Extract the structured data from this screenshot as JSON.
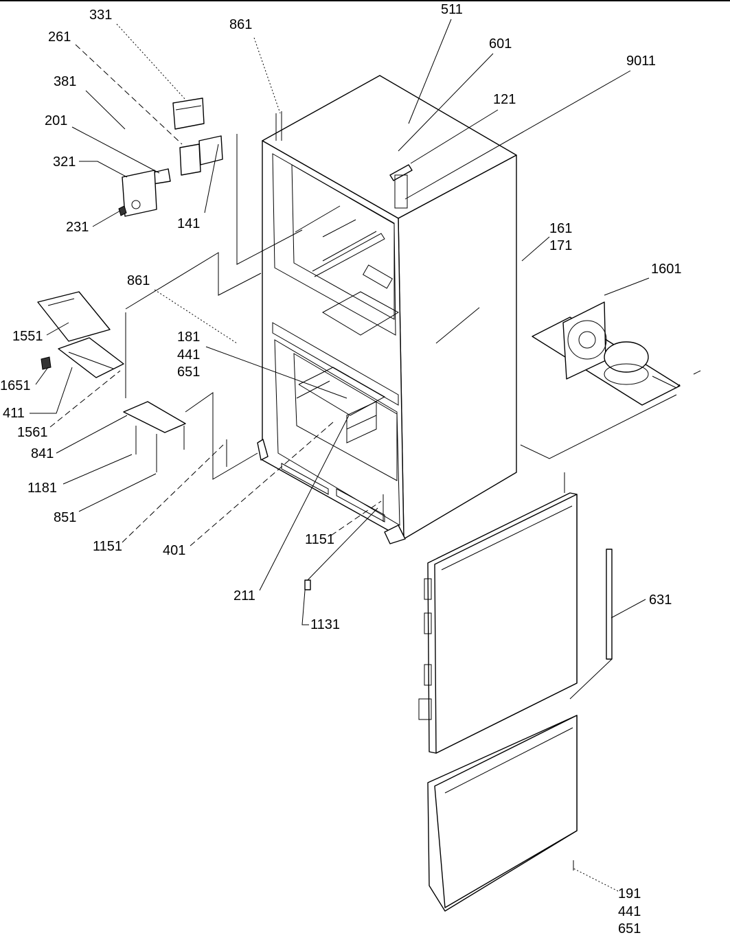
{
  "callouts": {
    "c331": "331",
    "c261": "261",
    "c381": "381",
    "c201": "201",
    "c321": "321",
    "c231": "231",
    "c141": "141",
    "c861a": "861",
    "c511": "511",
    "c601": "601",
    "c9011": "9011",
    "c121": "121",
    "c161": "161",
    "c171": "171",
    "c1601": "1601",
    "c861b": "861",
    "c181": "181",
    "c441a": "441",
    "c651a": "651",
    "c1551": "1551",
    "c1651": "1651",
    "c411": "411",
    "c1561": "1561",
    "c841": "841",
    "c1181": "1181",
    "c851": "851",
    "c1151a": "1151",
    "c401": "401",
    "c1151b": "1151",
    "c211": "211",
    "c1131": "1131",
    "c631": "631",
    "c191": "191",
    "c441b": "441",
    "c651b": "651"
  }
}
